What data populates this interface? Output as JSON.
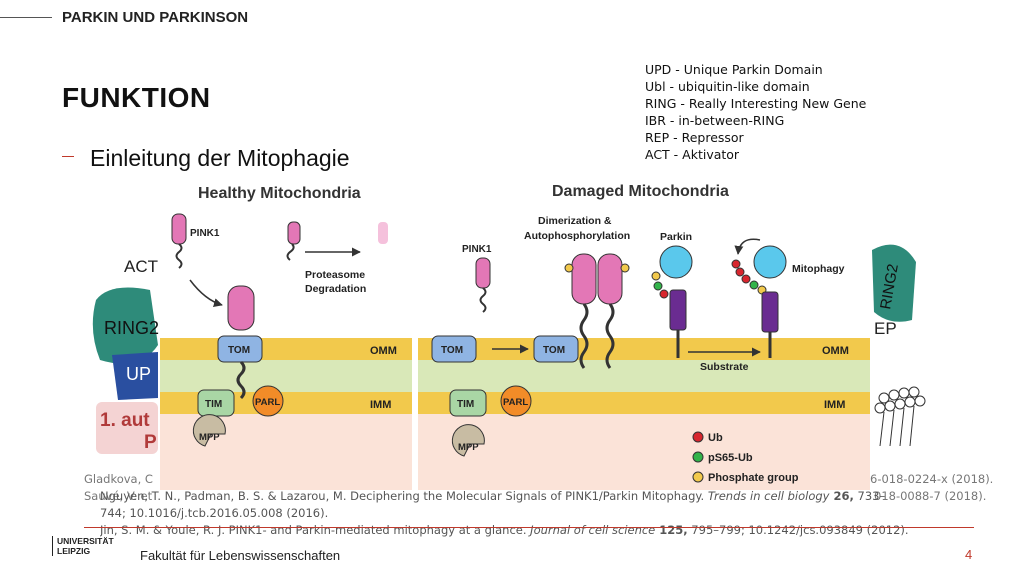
{
  "header": {
    "title": "PARKIN UND PARKINSON"
  },
  "slide": {
    "title": "FUNKTION",
    "bullet": "Einleitung der Mitophagie"
  },
  "legend": [
    "UPD - Unique Parkin Domain",
    "Ubl - ubiquitin-like domain",
    "RING - Really Interesting New Gene",
    "IBR - in-between-RING",
    "REP - Repressor",
    "ACT -  Aktivator"
  ],
  "figure": {
    "healthy_title": "Healthy Mitochondria",
    "damaged_title": "Damaged Mitochondria",
    "pink1": "PINK1",
    "proteasome_1": "Proteasome",
    "proteasome_2": "Degradation",
    "dimerization_1": "Dimerization &",
    "dimerization_2": "Autophosphorylation",
    "parkin": "Parkin",
    "mitophagy": "Mitophagy",
    "tom": "TOM",
    "omm": "OMM",
    "imm": "IMM",
    "tim": "TIM",
    "parl": "PARL",
    "mpp": "MPP",
    "substrate": "Substrate",
    "legend_ub": "Ub",
    "legend_ps65": "pS65-Ub",
    "legend_phosphate": "Phosphate group",
    "bg_act": "ACT",
    "bg_ring2": "RING2",
    "bg_up": "UP",
    "bg_auto": "1. aut",
    "bg_p": "P",
    "bg_ring2_right": "RING2",
    "bg_ep": "EP"
  },
  "references": {
    "ghost_left_1": "Gladkova, C",
    "ghost_left_2": "Sauvé, V. et",
    "ghost_right_1": "6-018-0224-x (2018).",
    "ghost_right_2": "018-0088-7 (2018).",
    "ref1_a": "Nguyen, T. N., Padman, B. S. & Lazarou, M. Deciphering the Molecular Signals of PINK1/Parkin Mitophagy. ",
    "ref1_journal": "Trends in cell biology",
    "ref1_vol": " 26,",
    "ref1_pages": " 733–",
    "ref1_b": "744; 10.1016/j.tcb.2016.05.008 (2016).",
    "ref2_a": "Jin, S. M. & Youle, R. J. PINK1- and Parkin-mediated mitophagy at a glance. ",
    "ref2_journal": "Journal of cell science",
    "ref2_vol": " 125,",
    "ref2_b": " 795–799; 10.1242/jcs.093849 (2012)."
  },
  "footer": {
    "university_1": "UNIVERSITÄT",
    "university_2": "LEIPZIG",
    "faculty": "Fakultät für Lebenswissenschaften",
    "page": "4"
  }
}
